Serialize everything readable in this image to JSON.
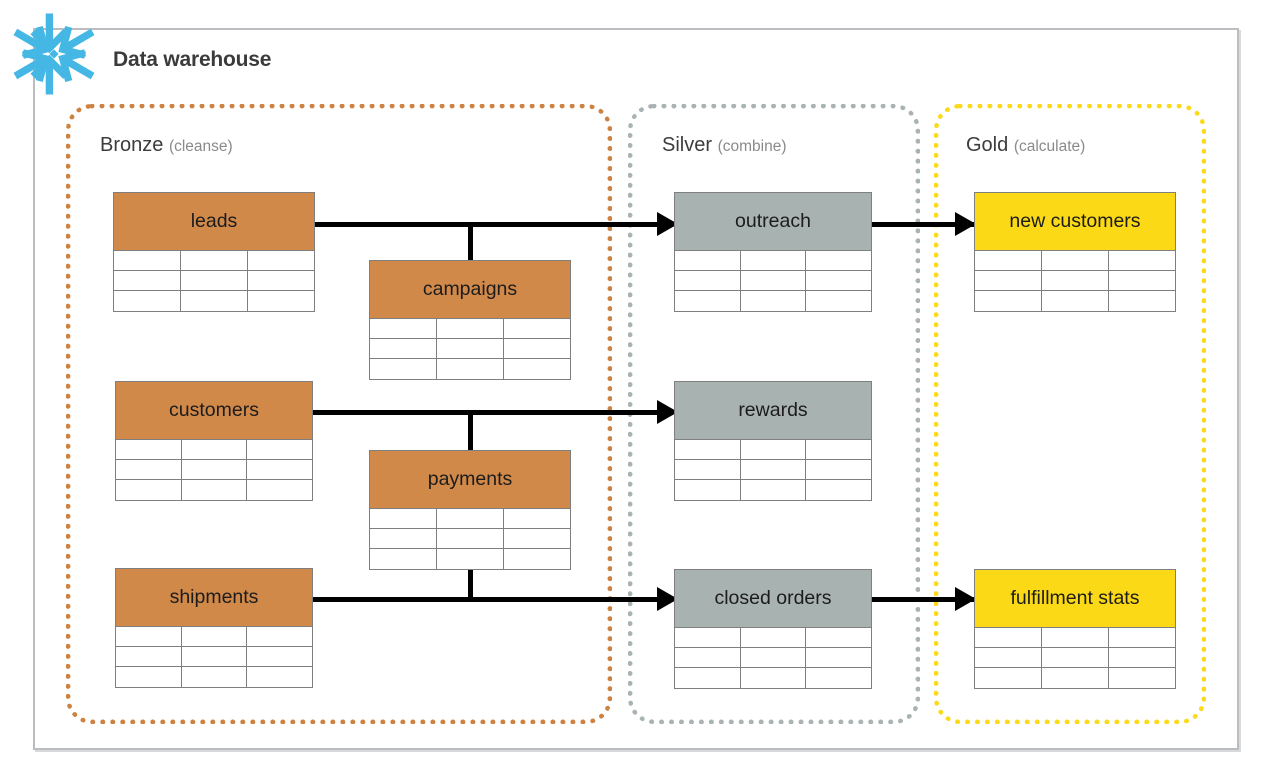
{
  "header": {
    "title": "Data warehouse",
    "logo_icon": "snowflake-icon"
  },
  "colors": {
    "bronze": "#d1894a",
    "silver": "#a8b2b0",
    "gold": "#fbd916",
    "bronze_border": "#cd8241",
    "silver_border": "#aab3b3",
    "gold_border": "#fcd919",
    "frame_border": "#bcbdc0",
    "connector": "#000000",
    "table_border": "#7f7f7f"
  },
  "zones": [
    {
      "id": "bronze",
      "name": "Bronze",
      "subtitle": "(cleanse)"
    },
    {
      "id": "silver",
      "name": "Silver",
      "subtitle": "(combine)"
    },
    {
      "id": "gold",
      "name": "Gold",
      "subtitle": "(calculate)"
    }
  ],
  "tables": {
    "leads": {
      "label": "leads",
      "zone": "bronze",
      "rows": 3,
      "cols": 3
    },
    "campaigns": {
      "label": "campaigns",
      "zone": "bronze",
      "rows": 3,
      "cols": 3
    },
    "customers": {
      "label": "customers",
      "zone": "bronze",
      "rows": 3,
      "cols": 3
    },
    "payments": {
      "label": "payments",
      "zone": "bronze",
      "rows": 3,
      "cols": 3
    },
    "shipments": {
      "label": "shipments",
      "zone": "bronze",
      "rows": 3,
      "cols": 3
    },
    "outreach": {
      "label": "outreach",
      "zone": "silver",
      "rows": 3,
      "cols": 3
    },
    "rewards": {
      "label": "rewards",
      "zone": "silver",
      "rows": 3,
      "cols": 3
    },
    "closed_orders": {
      "label": "closed orders",
      "zone": "silver",
      "rows": 3,
      "cols": 3
    },
    "new_customers": {
      "label": "new customers",
      "zone": "gold",
      "rows": 3,
      "cols": 3
    },
    "fulfillment_stats": {
      "label": "fulfillment stats",
      "zone": "gold",
      "rows": 3,
      "cols": 3
    }
  },
  "connections": [
    {
      "from": "leads",
      "via": "campaigns",
      "to": "outreach"
    },
    {
      "from": "outreach",
      "via": null,
      "to": "new_customers"
    },
    {
      "from": "customers",
      "via": "payments",
      "to": "rewards"
    },
    {
      "from": "shipments",
      "via": "payments",
      "to": "closed_orders"
    },
    {
      "from": "closed_orders",
      "via": null,
      "to": "fulfillment_stats"
    }
  ]
}
